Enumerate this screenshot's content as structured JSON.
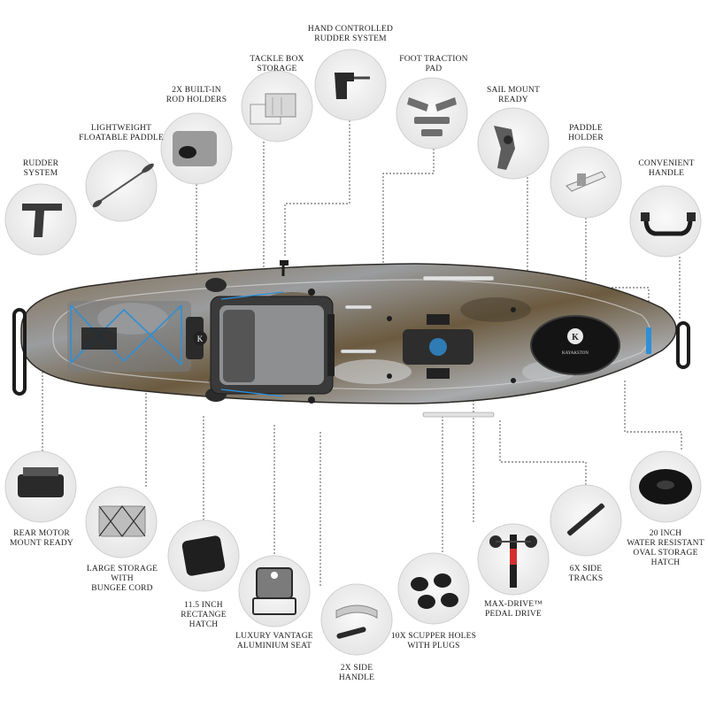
{
  "colors": {
    "accent_blue": "#2f8fd6",
    "hull_dark": "#3b3a36",
    "hull_tan": "#8a7350",
    "hull_light": "#b9bcbf",
    "circle_bg": "#f0f0f0",
    "circle_border": "#cfcfcf"
  },
  "brand_mark": "K",
  "brand_text": "KAYAKSTON",
  "features": [
    {
      "id": "rudder-system",
      "lines": [
        "RUDDER",
        "SYSTEM"
      ],
      "icon": "rudder-fin-icon"
    },
    {
      "id": "lightweight-paddle",
      "lines": [
        "LIGHTWEIGHT",
        "FLOATABLE PADDLE"
      ],
      "icon": "paddle-icon"
    },
    {
      "id": "rod-holders",
      "lines": [
        "2X BUILT-IN",
        "ROD HOLDERS"
      ],
      "icon": "rod-holder-icon"
    },
    {
      "id": "tackle-box",
      "lines": [
        "TACKLE BOX",
        "STORAGE"
      ],
      "icon": "tackle-box-icon"
    },
    {
      "id": "hand-rudder",
      "lines": [
        "HAND CONTROLLED",
        "RUDDER SYSTEM"
      ],
      "icon": "rudder-handle-icon"
    },
    {
      "id": "foot-traction",
      "lines": [
        "FOOT TRACTION",
        "PAD"
      ],
      "icon": "foot-pad-icon"
    },
    {
      "id": "sail-mount",
      "lines": [
        "SAIL MOUNT",
        "READY"
      ],
      "icon": "sail-mount-icon"
    },
    {
      "id": "paddle-holder",
      "lines": [
        "PADDLE",
        "HOLDER"
      ],
      "icon": "paddle-holder-icon"
    },
    {
      "id": "convenient-handle",
      "lines": [
        "CONVENIENT",
        "HANDLE"
      ],
      "icon": "carry-handle-icon"
    },
    {
      "id": "rear-motor",
      "lines": [
        "REAR MOTOR",
        "MOUNT READY"
      ],
      "icon": "motor-mount-icon"
    },
    {
      "id": "large-storage",
      "lines": [
        "LARGE STORAGE",
        "WITH",
        "BUNGEE CORD"
      ],
      "icon": "bungee-storage-icon"
    },
    {
      "id": "rectangle-hatch",
      "lines": [
        "11.5 INCH",
        "RECTANGE",
        "HATCH"
      ],
      "icon": "rect-hatch-icon"
    },
    {
      "id": "vantage-seat",
      "lines": [
        "LUXURY VANTAGE",
        "ALUMINIUM SEAT"
      ],
      "icon": "seat-icon"
    },
    {
      "id": "side-handle",
      "lines": [
        "2X SIDE",
        "HANDLE"
      ],
      "icon": "side-handle-icon"
    },
    {
      "id": "scupper-holes",
      "lines": [
        "10X SCUPPER HOLES",
        "WITH PLUGS"
      ],
      "icon": "scupper-plug-icon"
    },
    {
      "id": "max-drive",
      "lines": [
        "MAX-DRIVE™",
        "PEDAL DRIVE"
      ],
      "icon": "pedal-drive-icon"
    },
    {
      "id": "side-tracks",
      "lines": [
        "6X SIDE",
        "TRACKS"
      ],
      "icon": "side-track-icon"
    },
    {
      "id": "oval-hatch",
      "lines": [
        "20 INCH",
        "WATER RESISTANT",
        "OVAL STORAGE",
        "HATCH"
      ],
      "icon": "oval-hatch-icon"
    }
  ]
}
